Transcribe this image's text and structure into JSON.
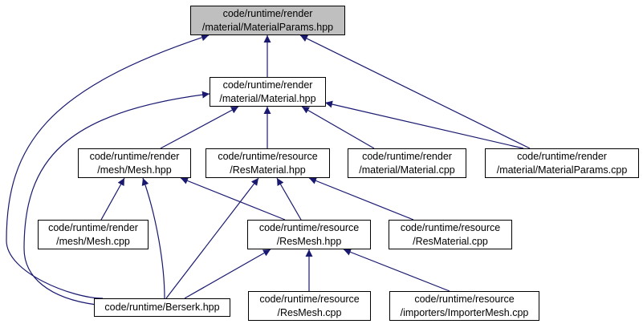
{
  "edge_color": "#191970",
  "root_fill": "#bfbfbf",
  "nodes": [
    {
      "id": "material-params-hpp",
      "lines": [
        "code/runtime/render",
        "/material/MaterialParams.hpp"
      ],
      "root": true
    },
    {
      "id": "material-hpp",
      "lines": [
        "code/runtime/render",
        "/material/Material.hpp"
      ]
    },
    {
      "id": "mesh-hpp",
      "lines": [
        "code/runtime/render",
        "/mesh/Mesh.hpp"
      ]
    },
    {
      "id": "resmaterial-hpp",
      "lines": [
        "code/runtime/resource",
        "/ResMaterial.hpp"
      ]
    },
    {
      "id": "material-cpp",
      "lines": [
        "code/runtime/render",
        "/material/Material.cpp"
      ]
    },
    {
      "id": "material-params-cpp",
      "lines": [
        "code/runtime/render",
        "/material/MaterialParams.cpp"
      ]
    },
    {
      "id": "mesh-cpp",
      "lines": [
        "code/runtime/render",
        "/mesh/Mesh.cpp"
      ]
    },
    {
      "id": "resmesh-hpp",
      "lines": [
        "code/runtime/resource",
        "/ResMesh.hpp"
      ]
    },
    {
      "id": "resmaterial-cpp",
      "lines": [
        "code/runtime/resource",
        "/ResMaterial.cpp"
      ]
    },
    {
      "id": "berserk-hpp",
      "lines": [
        "code/runtime/Berserk.hpp"
      ]
    },
    {
      "id": "resmesh-cpp",
      "lines": [
        "code/runtime/resource",
        "/ResMesh.cpp"
      ]
    },
    {
      "id": "importer-mesh-cpp",
      "lines": [
        "code/runtime/resource",
        "/importers/ImporterMesh.cpp"
      ]
    }
  ],
  "edges": [
    {
      "from": "material-hpp",
      "to": "material-params-hpp"
    },
    {
      "from": "berserk-hpp",
      "to": "material-params-hpp"
    },
    {
      "from": "material-params-cpp",
      "to": "material-params-hpp"
    },
    {
      "from": "mesh-hpp",
      "to": "material-hpp"
    },
    {
      "from": "resmaterial-hpp",
      "to": "material-hpp"
    },
    {
      "from": "material-cpp",
      "to": "material-hpp"
    },
    {
      "from": "material-params-cpp",
      "to": "material-hpp"
    },
    {
      "from": "berserk-hpp",
      "to": "material-hpp"
    },
    {
      "from": "mesh-cpp",
      "to": "mesh-hpp"
    },
    {
      "from": "berserk-hpp",
      "to": "mesh-hpp"
    },
    {
      "from": "resmesh-hpp",
      "to": "mesh-hpp"
    },
    {
      "from": "resmesh-hpp",
      "to": "resmaterial-hpp"
    },
    {
      "from": "resmaterial-cpp",
      "to": "resmaterial-hpp"
    },
    {
      "from": "berserk-hpp",
      "to": "resmaterial-hpp"
    },
    {
      "from": "berserk-hpp",
      "to": "resmesh-hpp"
    },
    {
      "from": "resmesh-cpp",
      "to": "resmesh-hpp"
    },
    {
      "from": "importer-mesh-cpp",
      "to": "resmesh-hpp"
    }
  ]
}
